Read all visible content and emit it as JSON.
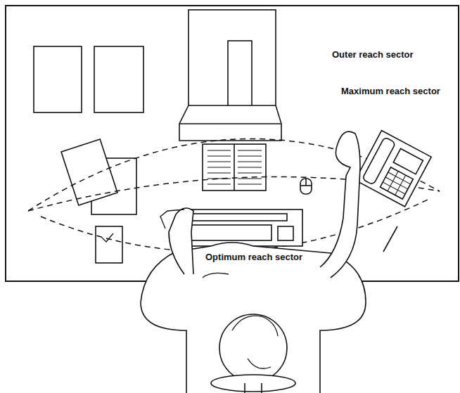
{
  "diagram": {
    "labels": [
      "Outer reach sector",
      "Maximum reach sector",
      "Optimum reach sector"
    ]
  }
}
